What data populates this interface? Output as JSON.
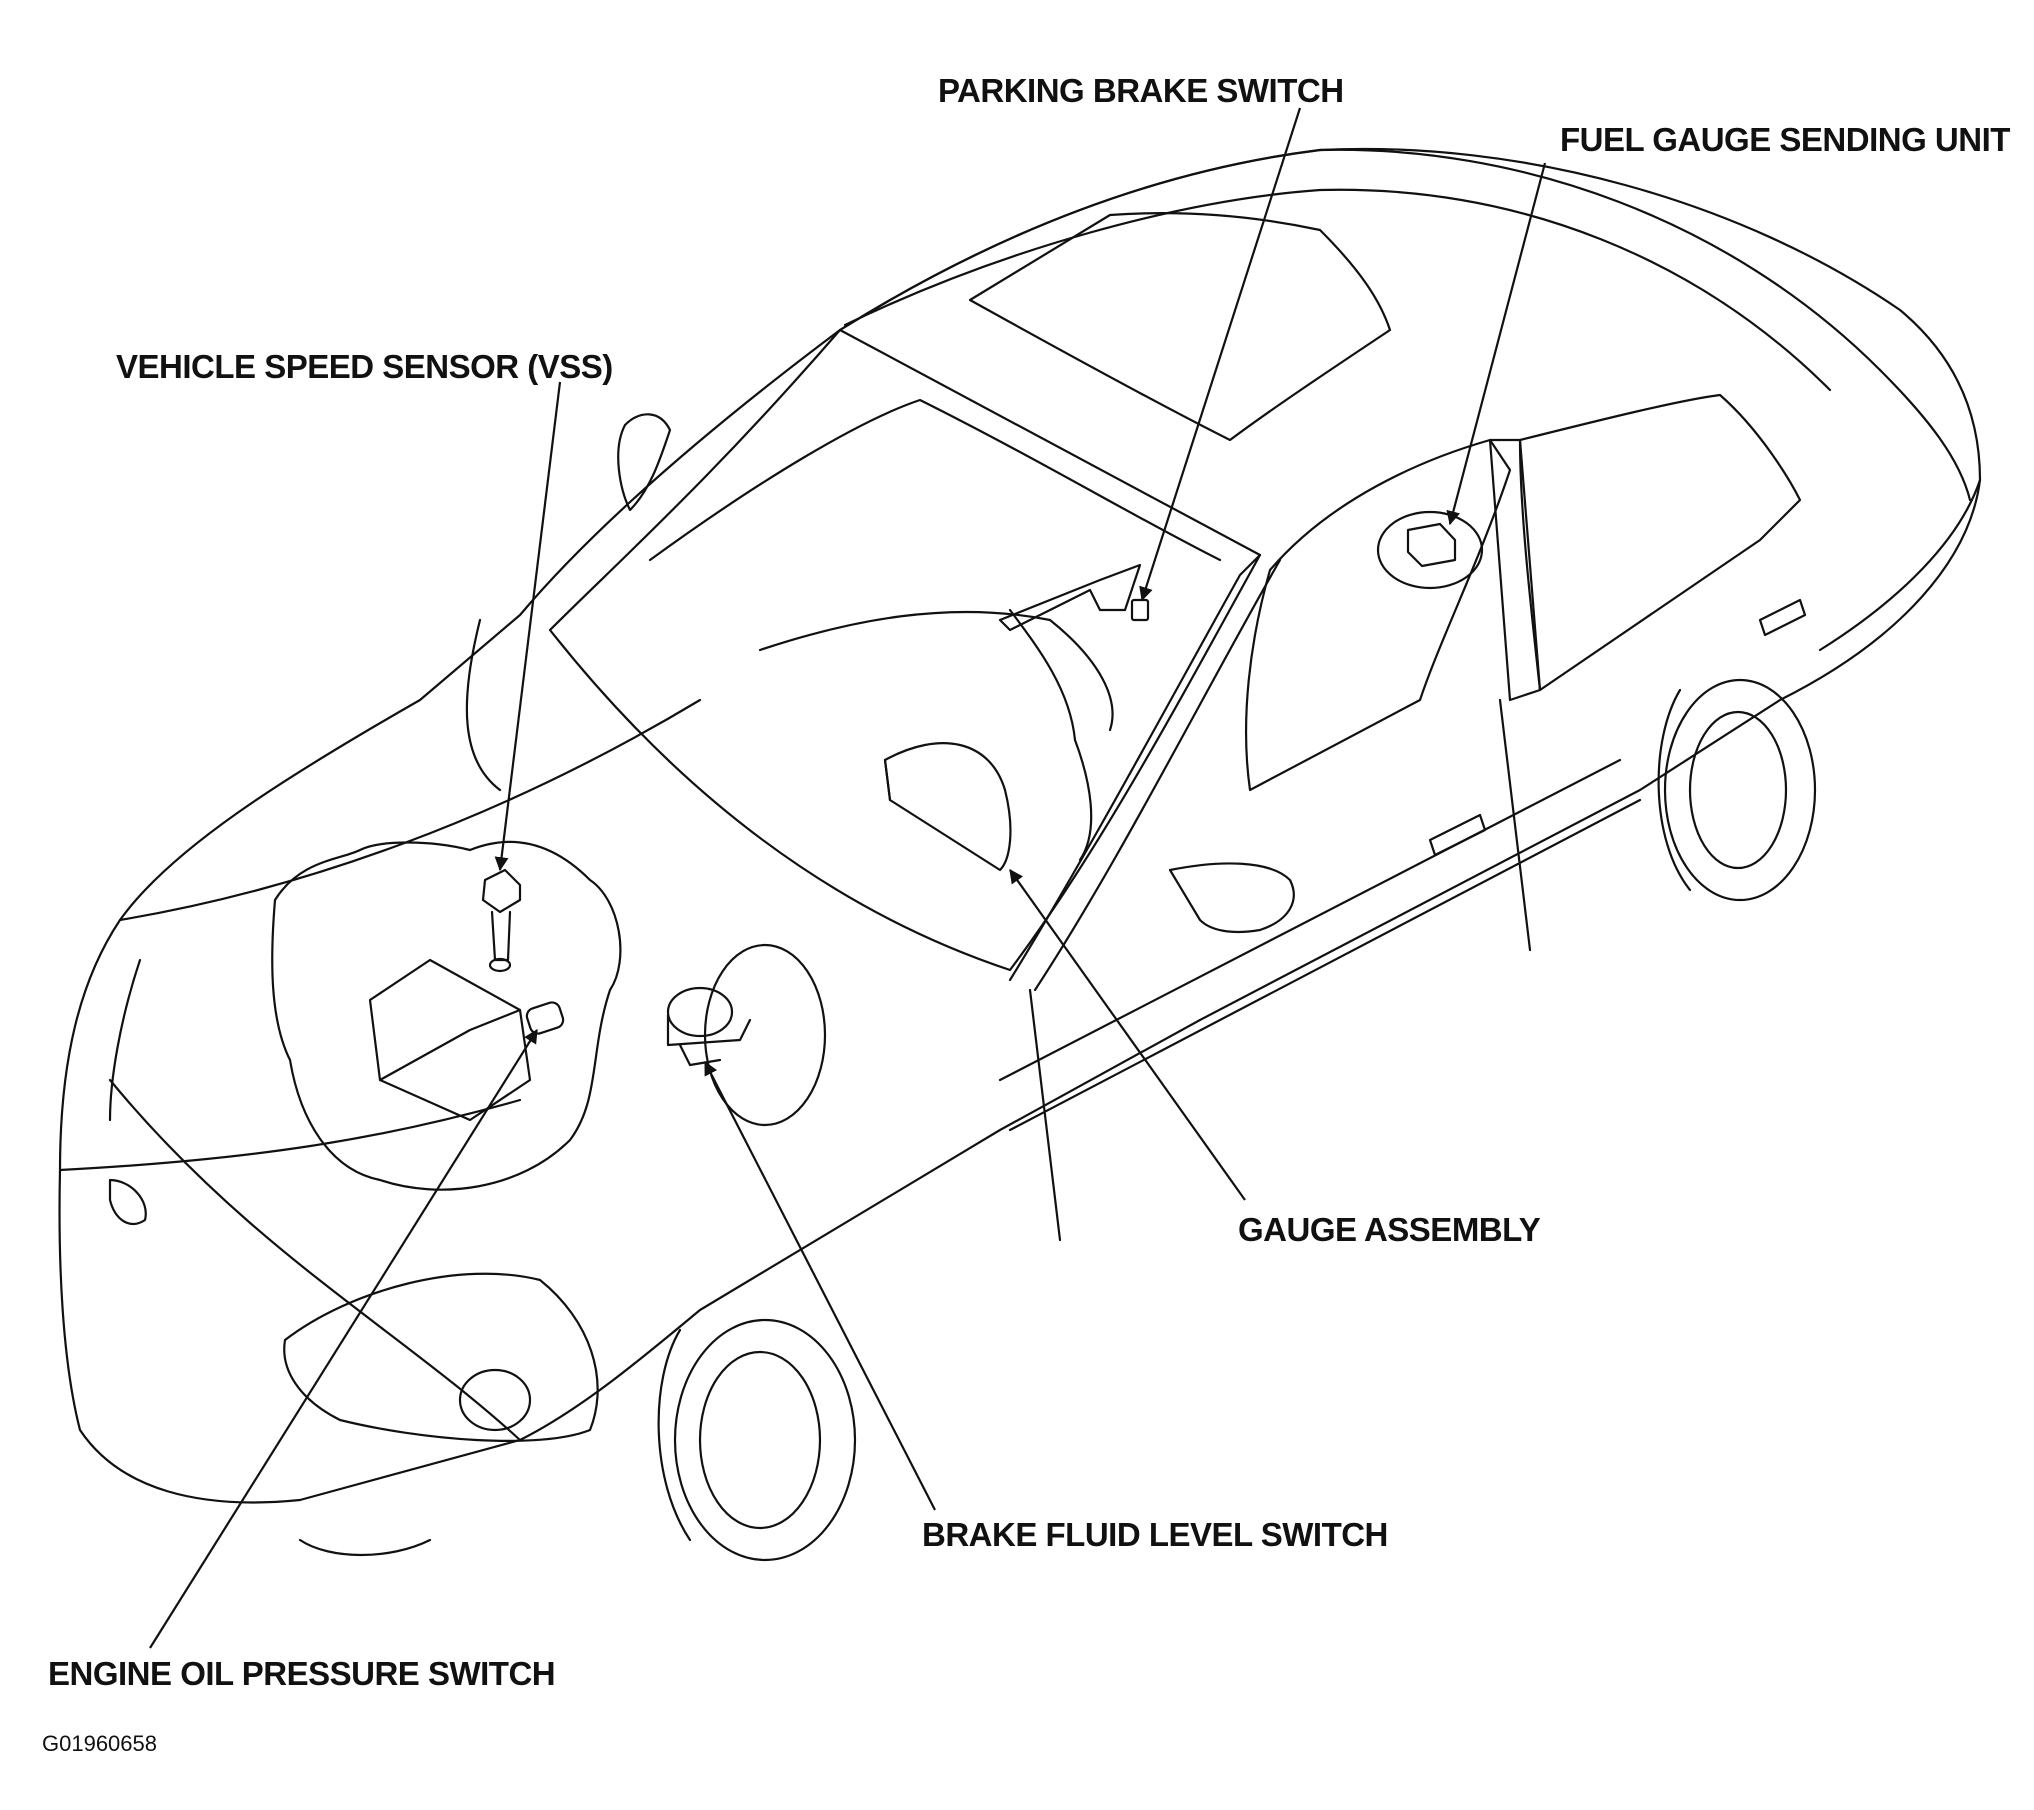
{
  "diagram": {
    "labels": {
      "parking_brake_switch": "PARKING BRAKE SWITCH",
      "fuel_gauge_sending_unit": "FUEL GAUGE SENDING UNIT",
      "vehicle_speed_sensor": "VEHICLE SPEED SENSOR (VSS)",
      "gauge_assembly": "GAUGE ASSEMBLY",
      "brake_fluid_level_switch": "BRAKE FLUID LEVEL SWITCH",
      "engine_oil_pressure_switch": "ENGINE OIL PRESSURE SWITCH"
    },
    "figure_id": "G01960658",
    "line_color": "#111111",
    "background": "#ffffff"
  }
}
